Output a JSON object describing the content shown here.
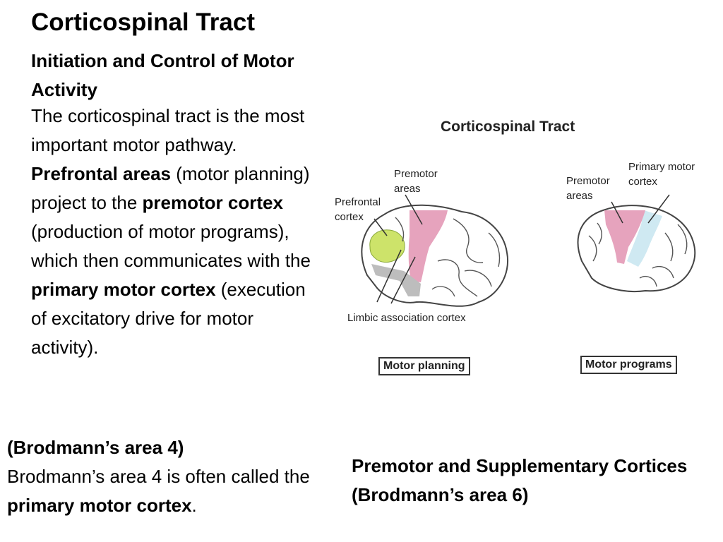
{
  "title": "Corticospinal Tract",
  "subtitle": "Initiation and Control of Motor Activity",
  "body": {
    "t1": "The corticospinal tract is the most important motor pathway. ",
    "b1": "Prefrontal areas",
    "t2": " (motor planning) project to the ",
    "b2": "premotor cortex",
    "t3": " (production of motor programs), which then communicates with the ",
    "b3": "primary motor cortex",
    "t4": " (execution of excitatory drive for motor activity)."
  },
  "brodmann4": {
    "heading": "(Brodmann’s area 4)",
    "t1": "Brodmann’s area 4 is often called the ",
    "b1": "primary motor cortex",
    "t2": "."
  },
  "premotor_caption": "Premotor and Supplementary Cortices (Brodmann’s area 6)",
  "figure": {
    "title": "Corticospinal Tract",
    "left": {
      "premotor_label": "Premotor areas",
      "prefrontal_label": "Prefrontal cortex",
      "limbic_label": "Limbic association cortex",
      "box": "Motor planning"
    },
    "right": {
      "premotor_label": "Premotor areas",
      "primary_label": "Primary motor cortex",
      "box": "Motor programs"
    },
    "colors": {
      "prefrontal": "#cde36a",
      "premotor": "#e6a3bd",
      "limbic": "#bdbdbd",
      "primary": "#cfe9f2"
    }
  }
}
